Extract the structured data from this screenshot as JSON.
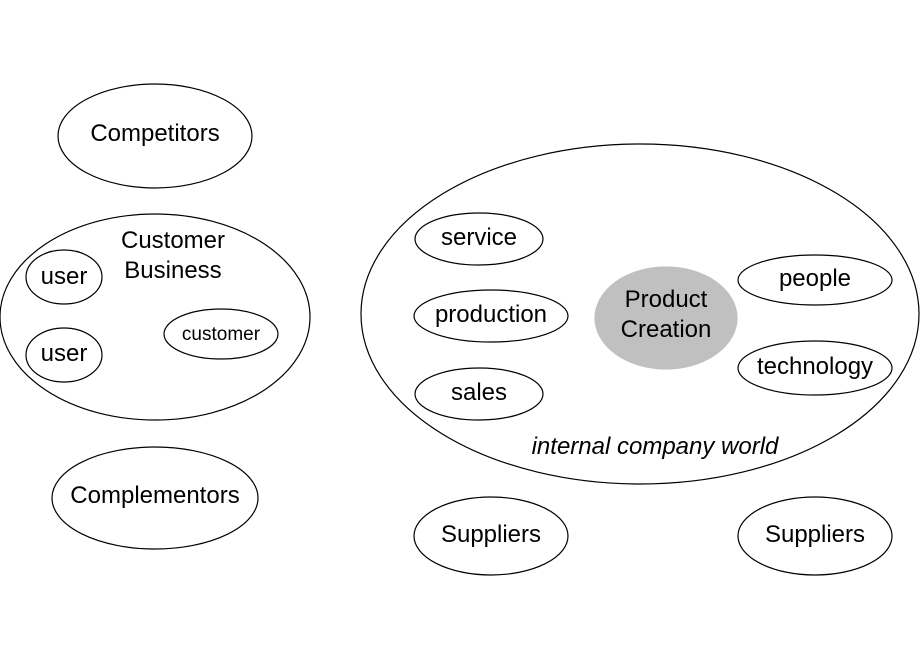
{
  "labels": {
    "competitors": "Competitors",
    "customer_business_line1": "Customer",
    "customer_business_line2": "Business",
    "user_1": "user",
    "user_2": "user",
    "customer": "customer",
    "complementors": "Complementors",
    "service": "service",
    "production": "production",
    "sales": "sales",
    "product_creation_line1": "Product",
    "product_creation_line2": "Creation",
    "people": "people",
    "technology": "technology",
    "internal_world": "internal company world",
    "suppliers_1": "Suppliers",
    "suppliers_2": "Suppliers"
  },
  "colors": {
    "outline": "#000000",
    "highlight_fill": "#c0c0c0",
    "background": "#ffffff"
  }
}
